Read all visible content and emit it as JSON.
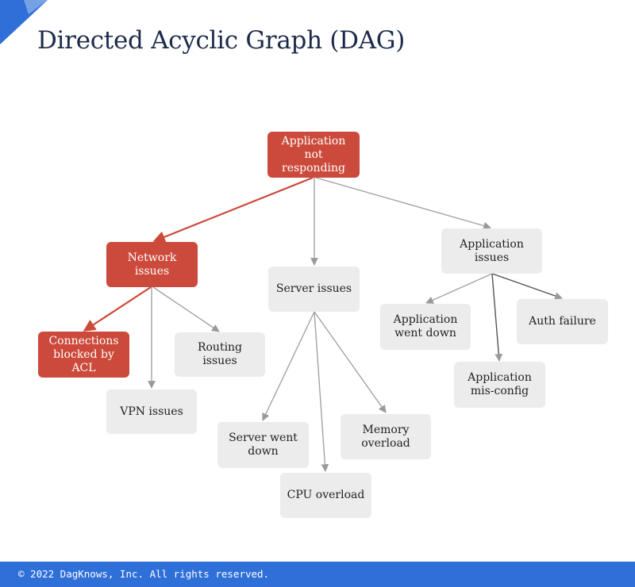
{
  "page": {
    "title": "Directed Acyclic Graph (DAG)",
    "footer": "© 2022 DagKnows, Inc. All rights reserved.",
    "colors": {
      "highlight": "#cc4a3b",
      "node": "#ececec",
      "footer": "#2f6fd8",
      "title": "#1d2b4a",
      "corner": "#2f6fd8"
    }
  },
  "nodes": {
    "app_not_responding": {
      "label": "Application not responding",
      "highlighted": true
    },
    "network_issues": {
      "label": "Network issues",
      "highlighted": true
    },
    "server_issues": {
      "label": "Server issues",
      "highlighted": false
    },
    "application_issues": {
      "label": "Application issues",
      "highlighted": false
    },
    "connections_blocked": {
      "label": "Connections blocked by ACL",
      "highlighted": true
    },
    "vpn_issues": {
      "label": "VPN issues",
      "highlighted": false
    },
    "routing_issues": {
      "label": "Routing issues",
      "highlighted": false
    },
    "server_went_down": {
      "label": "Server went down",
      "highlighted": false
    },
    "cpu_overload": {
      "label": "CPU overload",
      "highlighted": false
    },
    "memory_overload": {
      "label": "Memory overload",
      "highlighted": false
    },
    "application_went_down": {
      "label": "Application went down",
      "highlighted": false
    },
    "application_misconfig": {
      "label": "Application mis-config",
      "highlighted": false
    },
    "auth_failure": {
      "label": "Auth failure",
      "highlighted": false
    }
  },
  "edges": [
    {
      "from": "app_not_responding",
      "to": "network_issues",
      "highlighted": true
    },
    {
      "from": "app_not_responding",
      "to": "server_issues",
      "highlighted": false
    },
    {
      "from": "app_not_responding",
      "to": "application_issues",
      "highlighted": false
    },
    {
      "from": "network_issues",
      "to": "connections_blocked",
      "highlighted": true
    },
    {
      "from": "network_issues",
      "to": "vpn_issues",
      "highlighted": false
    },
    {
      "from": "network_issues",
      "to": "routing_issues",
      "highlighted": false
    },
    {
      "from": "server_issues",
      "to": "server_went_down",
      "highlighted": false
    },
    {
      "from": "server_issues",
      "to": "cpu_overload",
      "highlighted": false
    },
    {
      "from": "server_issues",
      "to": "memory_overload",
      "highlighted": false
    },
    {
      "from": "application_issues",
      "to": "application_went_down",
      "highlighted": false
    },
    {
      "from": "application_issues",
      "to": "application_misconfig",
      "highlighted": false
    },
    {
      "from": "application_issues",
      "to": "auth_failure",
      "highlighted": false
    }
  ]
}
